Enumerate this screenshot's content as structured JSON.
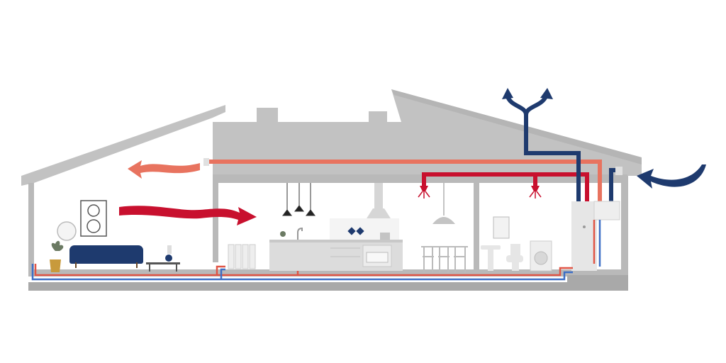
{
  "diagram": {
    "type": "house-ventilation-cross-section",
    "rooms": [
      "living-room",
      "kitchen",
      "bathroom-utility"
    ],
    "colors": {
      "structure": "#b9b9b9",
      "roof": "#c2c2c2",
      "room_bg": "#ffffff",
      "warm_air": "#c8102e",
      "supply_air": "#e8735f",
      "outdoor_air": "#1e3a6e",
      "cold_line": "#3d6fc6",
      "furniture_dark": "#1e3a6e",
      "appliance": "#d9d9d9",
      "accent_gold": "#c89a3c"
    },
    "arrows": [
      "supply-air-arrow",
      "warm-air-arrow",
      "outdoor-intake-arrow",
      "exhaust-arrow-left",
      "exhaust-arrow-right"
    ]
  }
}
